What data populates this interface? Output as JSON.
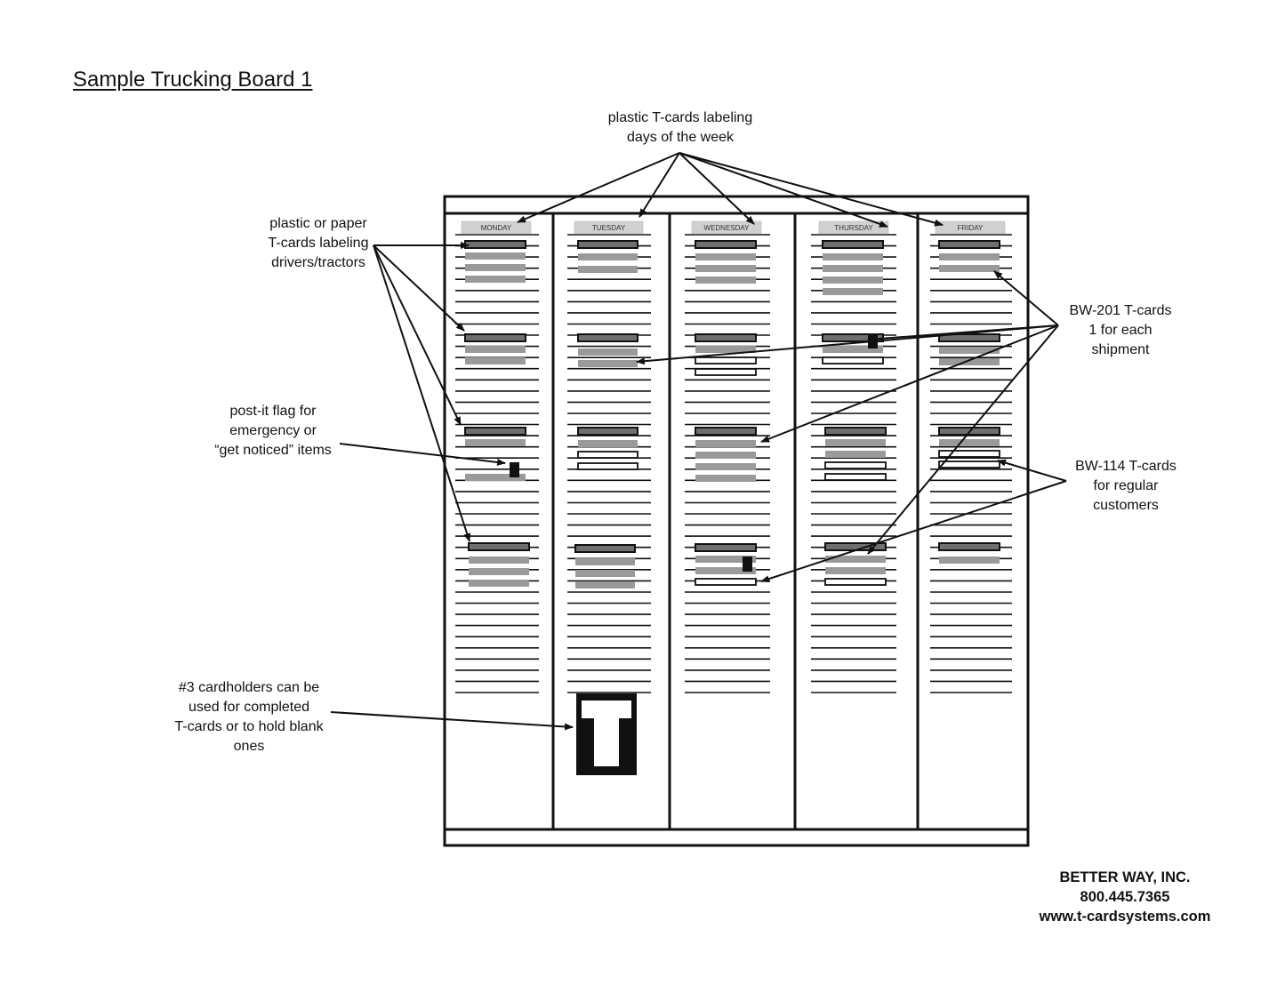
{
  "title": "Sample Trucking Board 1",
  "annotations": {
    "days_labels": "plastic T-cards labeling\ndays of the week",
    "driver_labels": "plastic or paper\nT-cards labeling\ndrivers/tractors",
    "postit_flag": "post-it flag for\nemergency or\n“get noticed” items",
    "cardholders": "#3 cardholders can be\nused for completed\nT-cards or to hold blank\nones",
    "bw201": "BW-201 T-cards\n1 for each\nshipment",
    "bw114": "BW-114 T-cards\nfor regular\ncustomers"
  },
  "days": [
    "MONDAY",
    "TUESDAY",
    "WEDNESDAY",
    "THURSDAY",
    "FRIDAY"
  ],
  "company": {
    "name": "BETTER WAY, INC.",
    "phone": "800.445.7365",
    "website": "www.t-cardsystems.com"
  },
  "colors": {
    "line": "#111111",
    "day_card": "#d0d0d0",
    "driver_card": "#6f6f6f",
    "shipment_card": "#9a9a9a",
    "customer_card": "#ffffff",
    "flag": "#111111"
  }
}
